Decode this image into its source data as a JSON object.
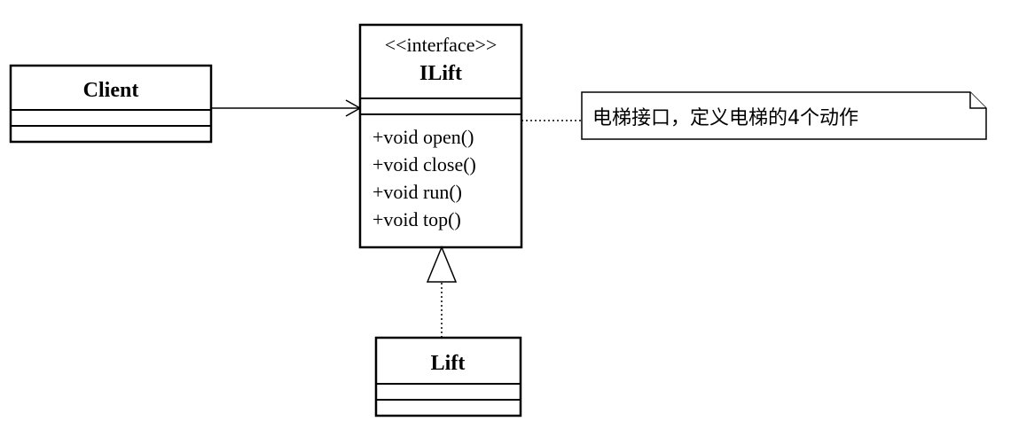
{
  "classes": {
    "client": {
      "name": "Client"
    },
    "ilift": {
      "stereotype": "<<interface>>",
      "name": "ILift",
      "methods": [
        "+void open()",
        "+void close()",
        "+void run()",
        "+void top()"
      ]
    },
    "lift": {
      "name": "Lift"
    }
  },
  "note": {
    "text": "电梯接口，定义电梯的4个动作"
  },
  "relationships": [
    {
      "type": "association",
      "from": "Client",
      "to": "ILift",
      "arrow": "open"
    },
    {
      "type": "realization",
      "from": "Lift",
      "to": "ILift",
      "line": "dotted"
    },
    {
      "type": "note-anchor",
      "from": "note",
      "to": "ILift",
      "line": "dotted"
    }
  ]
}
